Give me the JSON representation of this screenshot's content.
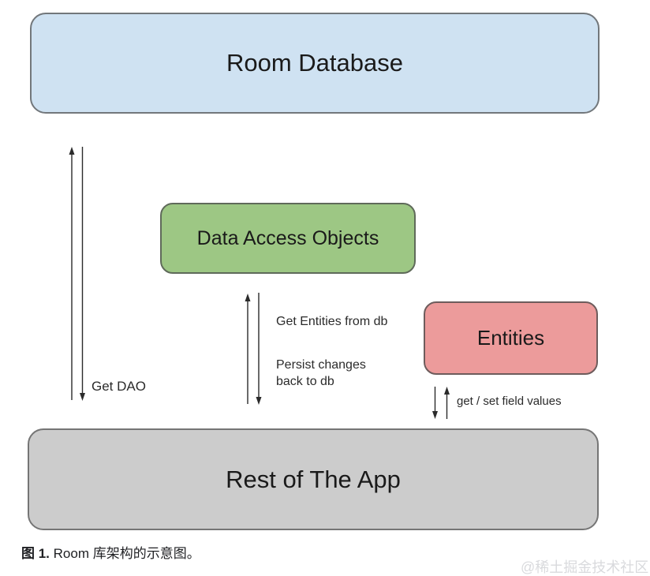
{
  "diagram": {
    "boxes": {
      "room_database": {
        "label": "Room Database",
        "bg": "#cfe2f2"
      },
      "dao": {
        "label": "Data Access Objects",
        "bg": "#9dc784"
      },
      "entities": {
        "label": "Entities",
        "bg": "#ec9b9b"
      },
      "rest_of_app": {
        "label": "Rest of The App",
        "bg": "#cccccc"
      }
    },
    "arrow_labels": {
      "get_dao": "Get DAO",
      "get_entities": "Get Entities from db",
      "persist_changes": "Persist changes back to db",
      "get_set_fields": "get / set field values"
    },
    "arrow_color": "#2b2b2b"
  },
  "caption": {
    "prefix": "图 1.",
    "text": " Room 库架构的示意图。"
  },
  "watermark": {
    "text": "@稀土掘金技术社区"
  }
}
